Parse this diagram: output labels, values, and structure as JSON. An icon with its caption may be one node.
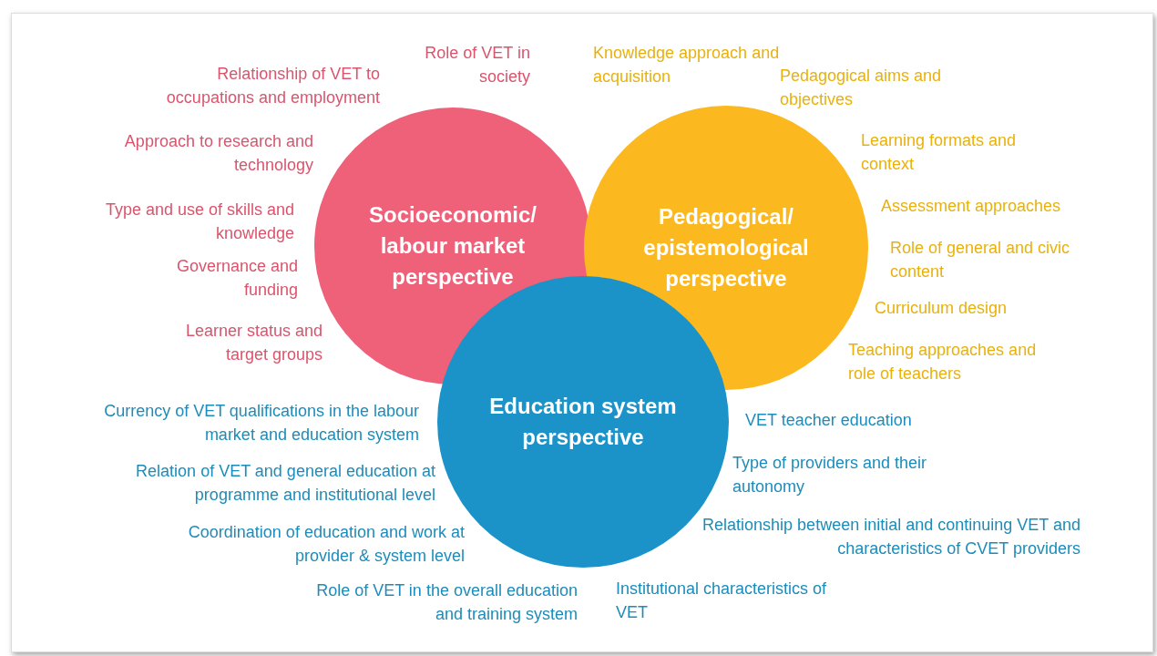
{
  "diagram": {
    "nodes": [
      {
        "text": [
          "Socioeconomic/ labour market perspective"
        ],
        "beside": [
          "Role of VET in society",
          "Relationship of VET to occupations and employment",
          "Approach to research and technology",
          "Type and use of skills and knowledge",
          "Governance and funding",
          "Learner status and target groups"
        ]
      },
      {
        "text": [
          "Pedagogical/ epistemological perspective"
        ],
        "beside": [
          "Knowledge approach and acquisition",
          "Pedagogical aims and objectives",
          "Learning formats and context",
          "Assessment approaches",
          "Role of general and civic content",
          "Curriculum design",
          "Teaching approaches and role of teachers"
        ]
      },
      {
        "text": [
          "Education system perspective"
        ],
        "beside": [
          "Currency of VET qualifications in the labour market and education system",
          "VET teacher education",
          "Relation of VET and general education at programme and institutional level",
          "Type of providers and their autonomy",
          "Coordination of education and work at provider & system level",
          "Relationship between initial and continuing VET and characteristics of CVET providers",
          "Role of VET in the overall education and training system",
          "Institutional characteristics of VET"
        ]
      }
    ],
    "edges": []
  }
}
